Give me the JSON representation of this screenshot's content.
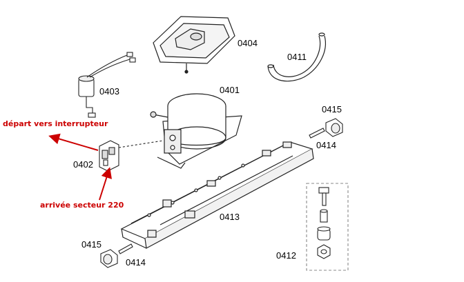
{
  "part_labels": {
    "p0404": "0404",
    "p0411": "0411",
    "p0403": "0403",
    "p0401": "0401",
    "p0415_top": "0415",
    "p0414_top": "0414",
    "p0402": "0402",
    "p0413": "0413",
    "p0412": "0412",
    "p0415_bottom": "0415",
    "p0414_bottom": "0414"
  },
  "annotations": {
    "outlet": "départ vers interrupteur",
    "inlet": "arrivée secteur 220"
  },
  "colors": {
    "annotation": "#cc0000",
    "line": "#222222",
    "box": "#888888"
  }
}
